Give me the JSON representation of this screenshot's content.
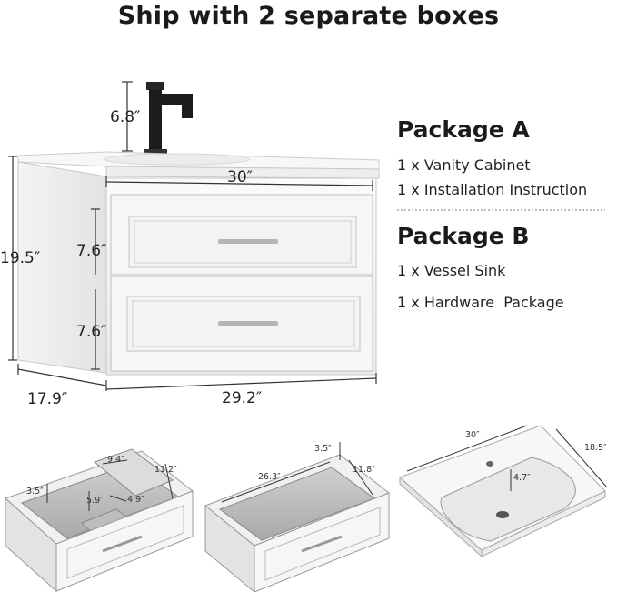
{
  "title": "Ship with 2 separate boxes",
  "dimensions": {
    "faucet_height": "6.8″",
    "top_width": "30″",
    "height": "19.5″",
    "drawer_top": "7.6″",
    "drawer_bottom": "7.6″",
    "depth": "17.9″",
    "cabinet_width": "29.2″"
  },
  "package_a": {
    "heading": "Package A",
    "items": [
      "1 x Vanity Cabinet",
      "1 x Installation Instruction"
    ]
  },
  "package_b": {
    "heading": "Package B",
    "items": [
      "1 x Vessel Sink",
      "1 x Hardware  Package"
    ]
  },
  "small_drawer": {
    "d1": "3.5″",
    "d2": "9.4″",
    "d3": "11.2″",
    "d4": "5.9″",
    "d5": "4.9″"
  },
  "large_drawer": {
    "d1": "3.5″",
    "d2": "26.3″",
    "d3": "11.8″"
  },
  "sink": {
    "width": "30″",
    "depth": "18.5″",
    "bowl_depth": "4.7″"
  }
}
